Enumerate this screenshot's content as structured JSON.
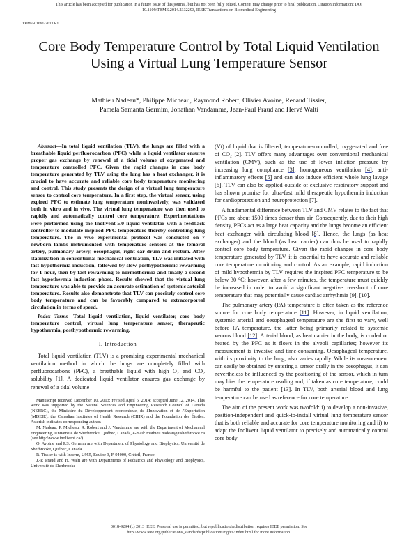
{
  "banner": {
    "line1": "This article has been accepted for publication in a future issue of this journal, but has not been fully edited. Content may change prior to final publication. Citation information: DOI",
    "line2": "10.1109/TBME.2014.2332293, IEEE Transactions on Biomedical Engineering"
  },
  "running_head": "TBME-01661-2013.R1",
  "page_number": "1",
  "title": "Core Body Temperature Control by Total Liquid Ventilation Using a Virtual Lung Temperature Sensor",
  "authors": {
    "line1": "Mathieu Nadeau*, Philippe Micheau, Raymond Robert, Olivier Avoine, Renaud Tissier,",
    "line2": "Pamela Samanta Germim, Jonathan Vandamme, Jean-Paul Praud and Hervé Walti"
  },
  "abstract": {
    "lead": "Abstract",
    "text": "—In total liquid ventilation (TLV), the lungs are filled with a breathable liquid perfluorocarbon (PFC) while a liquid ventilator ensures proper gas exchange by renewal of a tidal volume of oxygenated and temperature controlled PFC. Given the rapid changes in core body temperature generated by TLV using the lung has a heat exchanger, it is crucial to have accurate and reliable core body temperature monitoring and control. This study presents the design of a virtual lung temperature sensor to control core temperature. In a first step, the virtual sensor, using expired PFC to estimate lung temperature noninvasively, was validated both in vitro and in vivo. The virtual lung temperature was then used to rapidly and automatically control core temperature. Experimentations were performed using the Inolivent-5.0 liquid ventilator with a feedback controller to modulate inspired PFC temperature thereby controlling lung temperature. The in vivo experimental protocol was conducted on 7 newborn lambs instrumented with temperature sensors at the femoral artery, pulmonary artery, oesophagus, right ear drum and rectum. After stabilization in conventional mechanical ventilation, TLV was initiated with fast hypothermia induction, followed by slow posthypothermic rewarming for 1 hour, then by fast rewarming to normothermia and finally a second fast hypothermia induction phase. Results showed that the virtual lung temperature was able to provide an accurate estimation of systemic arterial temperature. Results also demonstrate that TLV can precisely control core body temperature and can be favorably compared to extracorporeal circulation in terms of speed."
  },
  "index_terms": {
    "lead": "Index Terms",
    "text": "—Total liquid ventilation, liquid ventilator, core body temperature control, virtual lung temperature sensor, therapeutic hypothermia, posthypothermic rewarming."
  },
  "section_intro": "I. Introduction",
  "intro_para": "Total liquid ventilation (TLV) is a promising experimental mechanical ventilation method in which the lungs are completely filled with perfluorocarbons (PFC), a breathable liquid with high O₂ and CO₂ solubility [1]. A dedicated liquid ventilator ensures gas exchange by renewal of a tidal volume",
  "footnotes": [
    "Manuscript received December 10, 2013; revised April 6, 2014; accepted June 12, 2014. This work was supported by the Natural Sciences and Engineering Research Council of Canada (NSERC), the Ministère du Développement économique, de l'Innovation et de l'Exportation (MDEIE), the Canadian Institutes of Health Research (CIHR) and the Foundation des Étoiles. Asterisk indicates corresponding author.",
    "M. Nadeau, P. Micheau, R. Robert and J. Vandamme are with the Department of Mechanical Engineering, Université de Sherbrooke, Québec, Canada, e-mail: mathieu.nadeau@usherbrooke.ca (see http://www.inolivent.ca/).",
    "O. Avoine and P.S. Germim are with Department of Physiology and Biophysics, Université de Sherbrooke, Québec, Canada",
    "R. Tissier is with Inserm, U955, Equipe 3, F-94000, Créteil, France",
    "J.-P. Praud and H. Walti are with Departments of Pediatrics and Physiology and Biophysics, Université de Sherbrooke"
  ],
  "right_column": {
    "p1_a": "(Vt) of liquid that is filtered, temperature-controlled, oxygenated and free of CO₂ [2]. TLV offers many advantages over conventional mechanical ventilation (CMV), such as the use of lower inflation pressure by increasing lung compliance ",
    "p1_ref3": "[3]",
    "p1_b": ", homogeneous ventilation ",
    "p1_ref4": "[4]",
    "p1_c": ", anti-inflammatory effects ",
    "p1_ref5": "[5]",
    "p1_d": " and can also induce efficient whole lung lavage [6]. TLV can also be applied outside of exclusive respiratory support and has shown promise for ultra-fast mild therapeutic hypothermia induction for cardioprotection and neuroprotection [7].",
    "p2_a": "A fundamental difference between TLV and CMV relates to the fact that PFCs are about 1500 times denser than air. Consequently, due to their high density, PFCs act as a large heat capacity and the lungs become an efficient heat exchanger with circulating blood ",
    "p2_ref8": "[8]",
    "p2_b": ". Hence, the lungs (as heat exchanger) and the blood (as heat carrier) can thus be used to rapidly control core body temperature. Given the rapid changes in core body temperature generated by TLV, it is essential to have accurate and reliable core temperature monitoring and control. As an example, rapid induction of mild hypothermia by TLV requires the inspired PFC temperature to be below 30 °C; however, after a few minutes, the temperature must quickly be increased in order to avoid a significant negative overshoot of core temperature that may potentially cause cardiac arrhythmia ",
    "p2_ref9": "[9]",
    "p2_c": ", ",
    "p2_ref10": "[10]",
    "p2_d": ".",
    "p3_a": "The pulmonary artery (PA) temperature is often taken as the reference source for core body temperature ",
    "p3_ref11": "[11]",
    "p3_b": ". However, in liquid ventilation, systemic arterial and oesophageal temperature are the first to vary, well before PA temperature, the latter being primarily related to systemic venous blood ",
    "p3_ref12": "[12]",
    "p3_c": ". Arterial blood, as heat carrier in the body, is cooled or heated by the PFC as it flows in the alveoli capillaries; however its measurement is invasive and time-consuming. Oesophageal temperature, with its proximity to the lung, also varies rapidly. While its measurement can easily be obtained by entering a sensor orally in the oesophagus, it can nevertheless be influenced by the positioning of the sensor, which in turn may bias the temperature reading and, if taken as core temperature, could be harmful to the patient [13]. In TLV, both arterial blood and lung temperature can be used as reference for core temperature.",
    "p4": "The aim of the present work was twofold: i) to develop a non-invasive, position-independent and quick-to-install virtual lung temperature sensor that is both reliable and accurate for core temperature monitoring and ii) to adapt the Inolivent liquid ventilator to precisely and automatically control core body"
  },
  "footer": {
    "line1": "0018-9294 (c) 2013 IEEE. Personal use is permitted, but republication/redistribution requires IEEE permission. See",
    "line2": "http://www.ieee.org/publications_standards/publications/rights/index.html for more information."
  }
}
